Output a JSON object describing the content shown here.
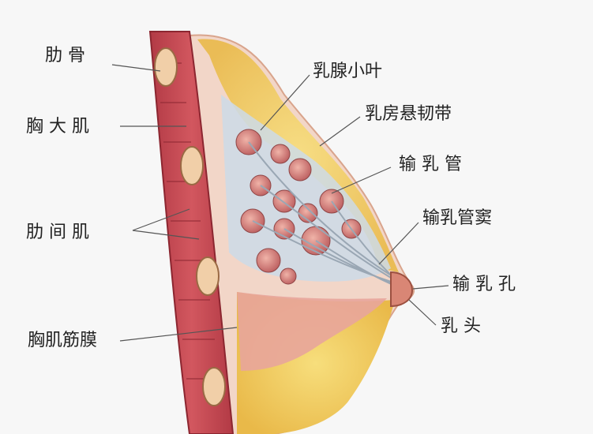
{
  "labels": {
    "rib": "肋 骨",
    "pectoralis_major": "胸 大 肌",
    "intercostal_muscle": "肋 间 肌",
    "pectoral_fascia": "胸肌筋膜",
    "mammary_lobule": "乳腺小叶",
    "suspensory_ligament": "乳房悬韧带",
    "lactiferous_duct": "输 乳 管",
    "lactiferous_sinus": "输乳管窦",
    "lactiferous_pore": "输 乳 孔",
    "nipple": "乳   头"
  },
  "colors": {
    "background": "#f7f7f7",
    "muscle": "#c8434e",
    "muscle_dark": "#9e2d36",
    "fat_yellow": "#f0d46a",
    "gland_pink": "#d98a86",
    "duct_blue": "#c9d9e6",
    "skin": "#efc7b8",
    "leader_line": "#555555"
  },
  "icons": [
    "rib-bone-icon"
  ]
}
